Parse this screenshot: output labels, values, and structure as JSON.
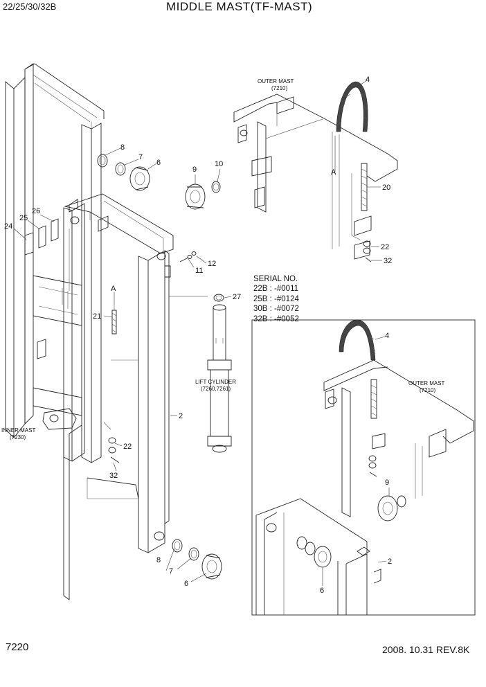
{
  "header": {
    "model": "22/25/30/32B",
    "title": "MIDDLE MAST(TF-MAST)"
  },
  "footer": {
    "page_number": "7220",
    "date_rev": "2008. 10.31  REV.8K"
  },
  "serial_note": {
    "heading": "SERIAL NO.",
    "lines": [
      "22B : -#0011",
      "25B : -#0124",
      "30B : -#0072",
      "32B : -#0052"
    ]
  },
  "labels": {
    "outer_mast_top": [
      "OUTER MAST",
      "(7210)"
    ],
    "outer_mast_inset": [
      "OUTER MAST",
      "(7210)"
    ],
    "inner_mast": [
      "INNER MAST",
      "(7230)"
    ],
    "lift_cylinder": [
      "LIFT CYLINDER",
      "(7260,7261)"
    ]
  },
  "callouts": {
    "c4_top": "4",
    "c20": "20",
    "c22_top": "22",
    "c32_top": "32",
    "c10": "10",
    "c9_top": "9",
    "c8_top": "8",
    "c7_top": "7",
    "c6_top": "6",
    "c26": "26",
    "c25": "25",
    "c24": "24",
    "c11": "11",
    "c12": "12",
    "c27": "27",
    "c21": "21",
    "c2_left": "2",
    "c22_left": "22",
    "c32_left": "32",
    "c8_bottom": "8",
    "c7_bottom": "7",
    "c6_bottom": "6",
    "c4_inset": "4",
    "c9_inset": "9",
    "c2_inset": "2",
    "c6_inset": "6",
    "a_top": "A",
    "a_left": "A"
  }
}
